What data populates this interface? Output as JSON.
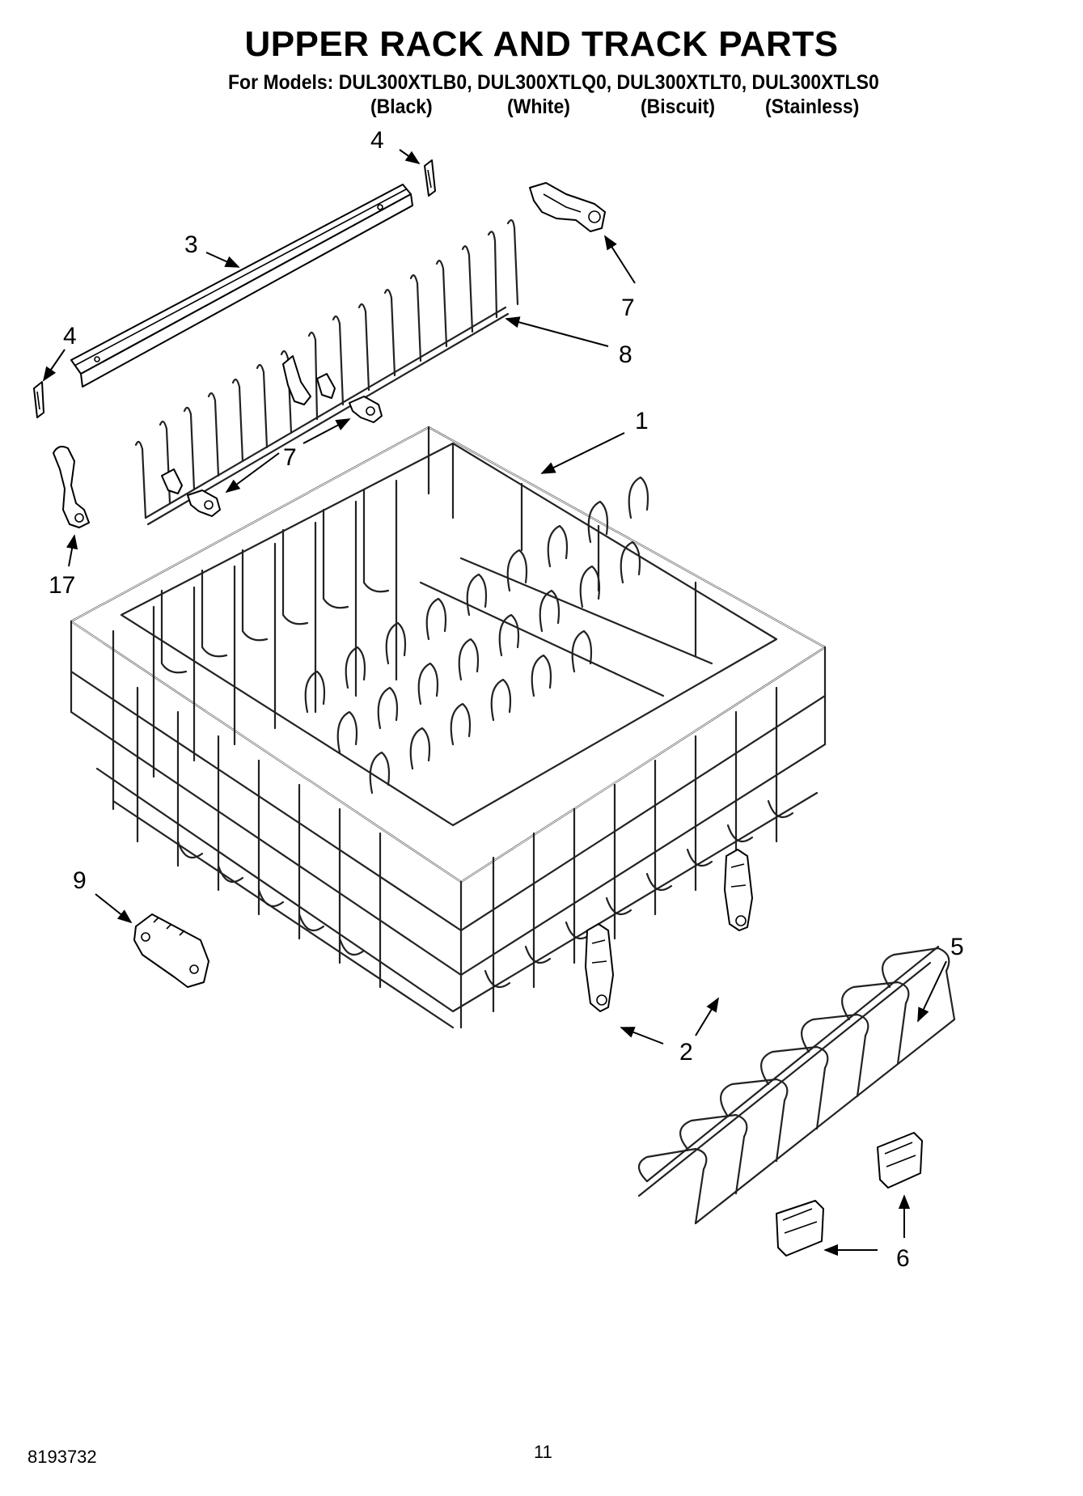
{
  "header": {
    "title": "UPPER RACK AND TRACK PARTS",
    "models_line": "For Models: DUL300XTLB0, DUL300XTLQ0, DUL300XTLT0, DUL300XTLS0",
    "colors": [
      "(Black)",
      "(White)",
      "(Biscuit)",
      "(Stainless)"
    ]
  },
  "callouts": {
    "c1": "1",
    "c2": "2",
    "c3": "3",
    "c4a": "4",
    "c4b": "4",
    "c5": "5",
    "c6": "6",
    "c7a": "7",
    "c7b": "7",
    "c8": "8",
    "c9": "9",
    "c17": "17"
  },
  "footer": {
    "doc_number": "8193732",
    "page_number": "11"
  }
}
